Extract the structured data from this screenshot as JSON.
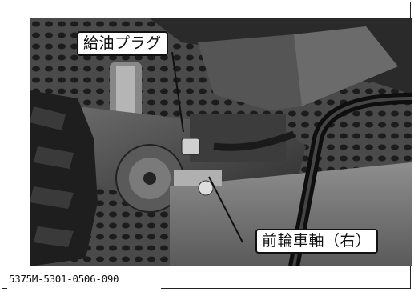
{
  "figure": {
    "callouts": {
      "oil_plug": "給油プラグ",
      "front_axle_right": "前輪車軸（右）"
    },
    "figure_id": "5375M-5301-0506-090"
  }
}
